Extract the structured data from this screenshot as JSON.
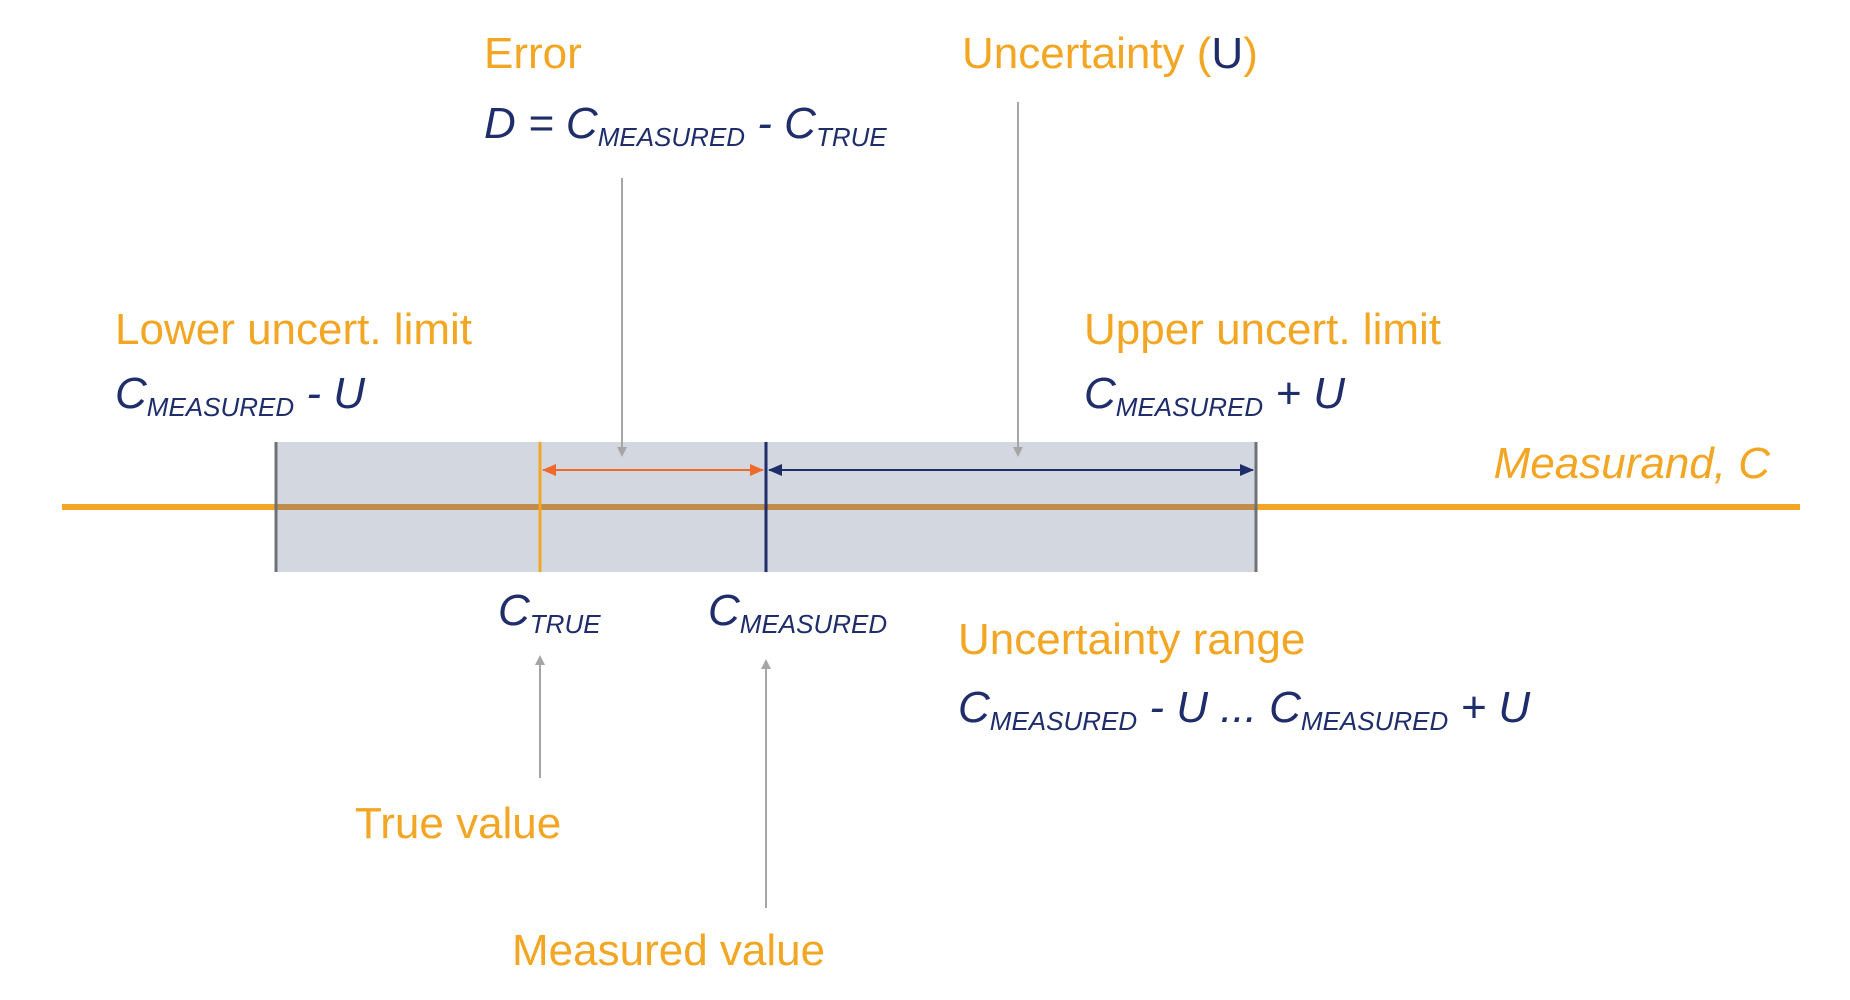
{
  "colors": {
    "orange": "#f2a623",
    "navy": "#1f2d6b",
    "band": "#d3d8e0",
    "limit_line": "#6e7178",
    "arrow_gray": "#a6a6a6",
    "error_arrow": "#ef6a2a",
    "axis_overlay": "#bf8c4a"
  },
  "error": {
    "title": "Error",
    "lhs": "D = C",
    "sub1": "MEASURED",
    "mid": " - C",
    "sub2": "TRUE"
  },
  "uncertainty": {
    "title_pre": "Uncertainty (",
    "symbol": "U",
    "title_post": ")"
  },
  "lower_limit": {
    "title": "Lower uncert. limit",
    "c": "C",
    "sub": "MEASURED",
    "rest": " - U"
  },
  "upper_limit": {
    "title": "Upper uncert. limit",
    "c": "C",
    "sub": "MEASURED",
    "rest": " + U"
  },
  "axis": {
    "label": "Measurand, C"
  },
  "c_true": {
    "c": "C",
    "sub": "TRUE"
  },
  "c_measured": {
    "c": "C",
    "sub": "MEASURED"
  },
  "range": {
    "title": "Uncertainty range",
    "c1": "C",
    "sub1": "MEASURED",
    "mid": " - U  ...  C",
    "sub2": "MEASURED",
    "end": " + U"
  },
  "true_value": {
    "label": "True value"
  },
  "measured_value": {
    "label": "Measured value"
  }
}
